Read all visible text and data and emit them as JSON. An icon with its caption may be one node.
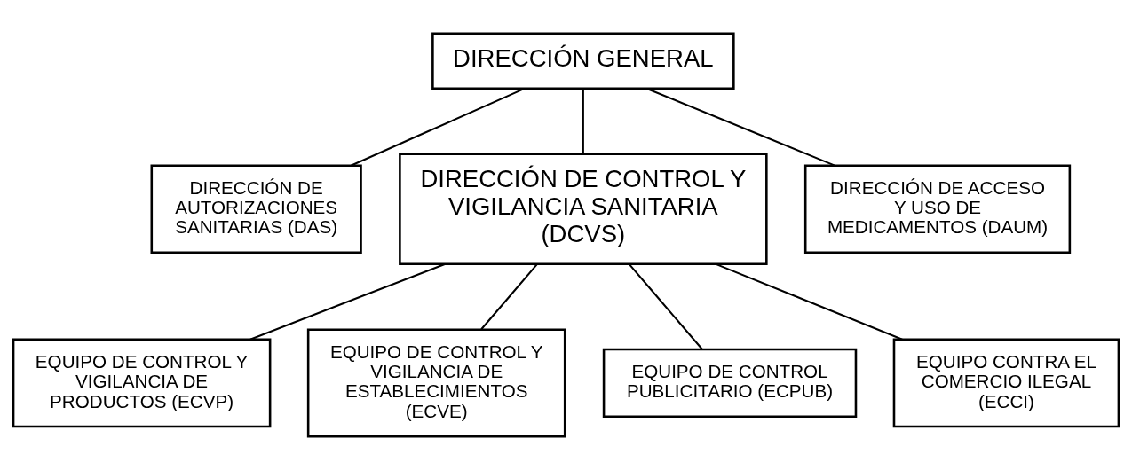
{
  "diagram": {
    "nodes": [
      {
        "text": [
          "DIRECCIÓN GENERAL"
        ]
      },
      {
        "text": [
          "DIRECCIÓN DE AUTORIZACIONES SANITARIAS (DAS)"
        ]
      },
      {
        "text": [
          "DIRECCIÓN DE CONTROL Y VIGILANCIA SANITARIA (DCVS)"
        ]
      },
      {
        "text": [
          "DIRECCIÓN DE ACCESO Y USO DE MEDICAMENTOS (DAUM)"
        ]
      },
      {
        "text": [
          "EQUIPO DE CONTROL Y VIGILANCIA DE PRODUCTOS (ECVP)"
        ]
      },
      {
        "text": [
          "EQUIPO DE CONTROL Y VIGILANCIA DE ESTABLECIMIENTOS (ECVE)"
        ]
      },
      {
        "text": [
          "EQUIPO DE CONTROL PUBLICITARIO (ECPUB)"
        ]
      },
      {
        "text": [
          "EQUIPO CONTRA EL COMERCIO ILEGAL (ECCI)"
        ]
      }
    ],
    "edges": [
      {
        "from": 0,
        "to": 1,
        "arrow": "none"
      },
      {
        "from": 0,
        "to": 2,
        "arrow": "none"
      },
      {
        "from": 0,
        "to": 3,
        "arrow": "none"
      },
      {
        "from": 2,
        "to": 4,
        "arrow": "none"
      },
      {
        "from": 2,
        "to": 5,
        "arrow": "none"
      },
      {
        "from": 2,
        "to": 6,
        "arrow": "none"
      },
      {
        "from": 2,
        "to": 7,
        "arrow": "none"
      }
    ]
  }
}
